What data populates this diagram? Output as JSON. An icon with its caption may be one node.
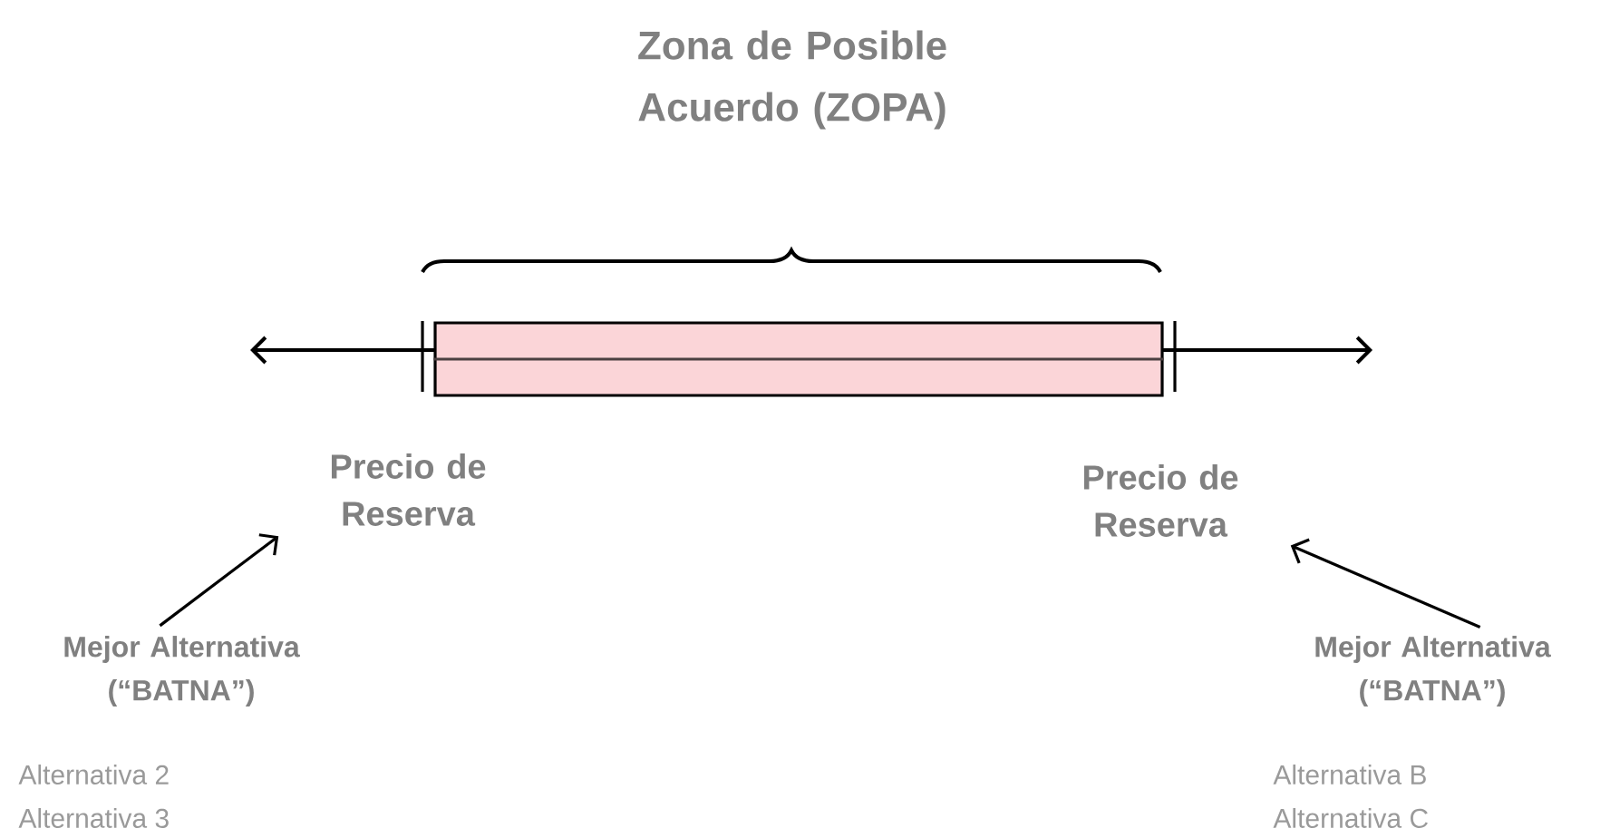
{
  "diagram": {
    "title": "Zona de Posible Acuerdo (ZOPA)",
    "nodes": [
      {
        "text": [],
        "shape": "bar"
      },
      {
        "text": [
          "Precio de Reserva"
        ]
      },
      {
        "text": [
          "Mejor Alternativa (“BATNA”)"
        ]
      },
      {
        "text": [
          "Precio de Reserva"
        ]
      },
      {
        "text": [
          "Mejor Alternativa (“BATNA”)"
        ]
      }
    ],
    "edges": [
      {
        "from": 2,
        "to": 1,
        "arrow": "to"
      },
      {
        "from": 4,
        "to": 3,
        "arrow": "to"
      }
    ],
    "labels": [
      "Alternativa 2",
      "Alternativa B",
      "Alternativa 3",
      "Alternativa C"
    ]
  }
}
